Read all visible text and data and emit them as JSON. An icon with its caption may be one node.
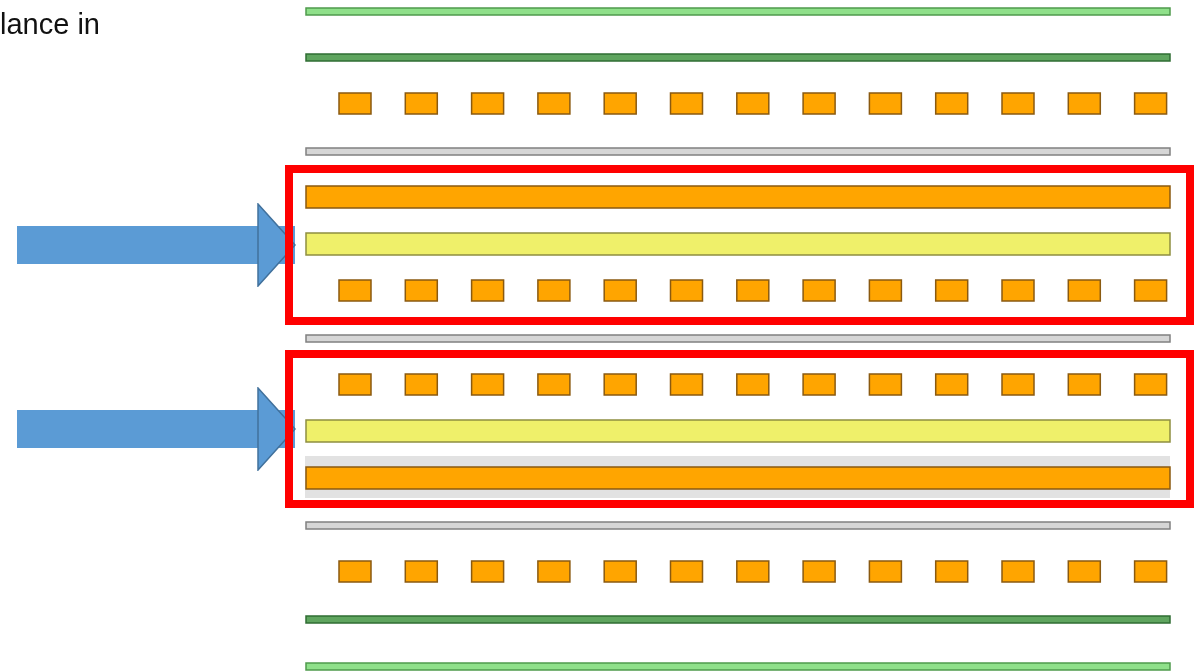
{
  "diagram": {
    "nodes": [
      {
        "text": [],
        "shape": "box"
      },
      {
        "text": [],
        "shape": "box"
      }
    ],
    "edges": [
      {
        "from": null,
        "to": 0,
        "arrow": "to"
      },
      {
        "from": null,
        "to": 1,
        "arrow": "to"
      }
    ],
    "labels": [
      "lance in"
    ]
  }
}
